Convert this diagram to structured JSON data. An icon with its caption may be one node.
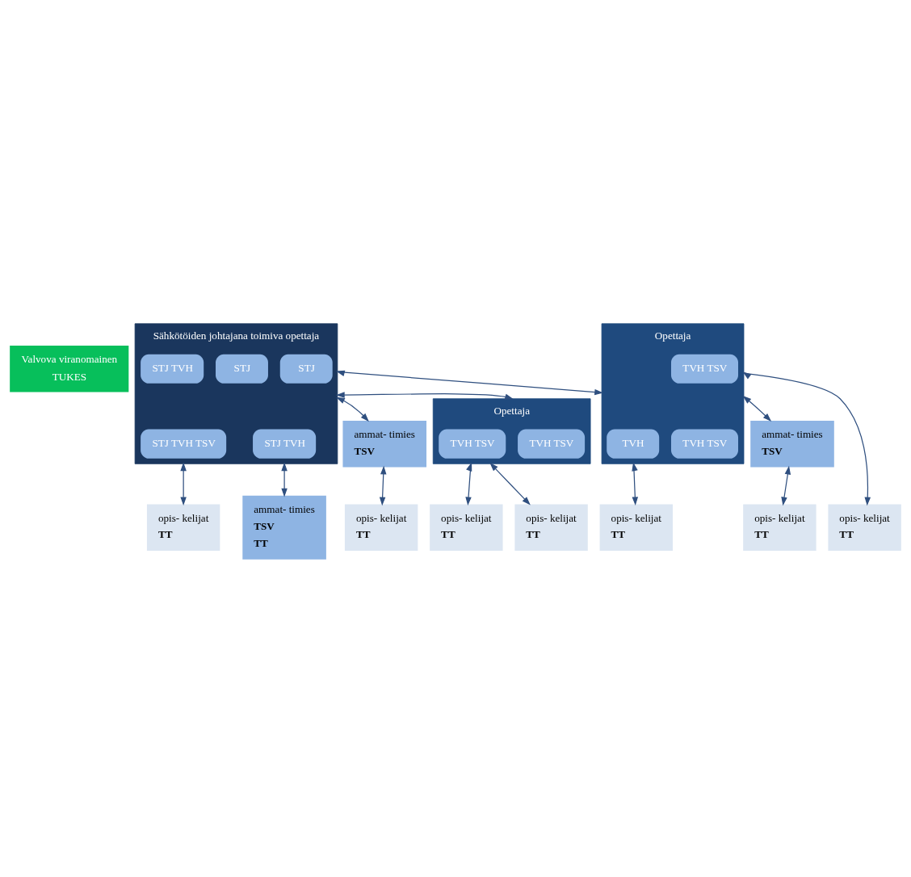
{
  "diagram": {
    "nodes": [
      {
        "text": [
          "Valvova viranomainen",
          "TUKES"
        ]
      },
      {
        "text": [
          "Sähkötöiden johtajana toimiva opettaja"
        ]
      },
      {
        "text": [
          "STJ TVH TSV"
        ],
        "in": 1
      },
      {
        "text": [
          "STJ TVH"
        ],
        "in": 1
      },
      {
        "text": [
          "STJ TVH"
        ],
        "in": 1
      },
      {
        "text": [
          "STJ"
        ],
        "in": 1
      },
      {
        "text": [
          "STJ"
        ],
        "in": 1
      },
      {
        "text": [
          "Opettaja"
        ]
      },
      {
        "text": [
          "TVH TSV"
        ],
        "in": 7
      },
      {
        "text": [
          "TVH"
        ],
        "in": 7
      },
      {
        "text": [
          "TVH TSV"
        ],
        "in": 7
      },
      {
        "text": [
          "Opettaja"
        ]
      },
      {
        "text": [
          "TVH TSV"
        ],
        "in": 11
      },
      {
        "text": [
          "TVH TSV"
        ],
        "in": 11
      },
      {
        "text": [
          "ammat- timies",
          "TSV"
        ]
      },
      {
        "text": [
          "ammat- timies",
          "TSV"
        ]
      },
      {
        "text": [
          "opis- kelijat",
          "TT"
        ]
      },
      {
        "text": [
          "opis- kelijat",
          "TT"
        ]
      },
      {
        "text": [
          "ammat- timies",
          "TSV",
          "TT"
        ]
      },
      {
        "text": [
          "opis- kelijat",
          "TT"
        ]
      },
      {
        "text": [
          "opis- kelijat",
          "TT"
        ]
      },
      {
        "text": [
          "opis- kelijat",
          "TT"
        ]
      },
      {
        "text": [
          "opis- kelijat",
          "TT"
        ]
      },
      {
        "text": [
          "opis- kelijat",
          "TT"
        ]
      }
    ],
    "edges": [
      {
        "from": 1,
        "to": 16,
        "arrow": "both"
      },
      {
        "from": 1,
        "to": 14,
        "arrow": "both"
      },
      {
        "from": 14,
        "to": 17,
        "arrow": "both"
      },
      {
        "from": 1,
        "to": 18,
        "arrow": "both"
      },
      {
        "from": 1,
        "to": 7,
        "arrow": "both"
      },
      {
        "from": 1,
        "to": 11,
        "arrow": "both"
      },
      {
        "from": 7,
        "to": 19,
        "arrow": "both"
      },
      {
        "from": 7,
        "to": 15,
        "arrow": "both"
      },
      {
        "from": 15,
        "to": 20,
        "arrow": "both"
      },
      {
        "from": 7,
        "to": 21,
        "arrow": "both"
      },
      {
        "from": 11,
        "to": 22,
        "arrow": "both"
      },
      {
        "from": 11,
        "to": 23,
        "arrow": "both"
      }
    ]
  }
}
